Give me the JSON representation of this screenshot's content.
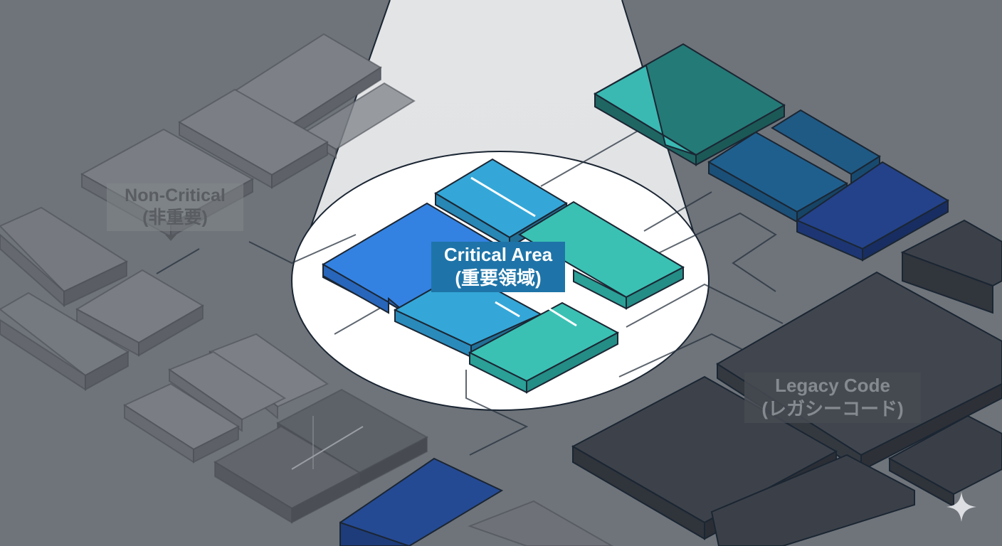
{
  "labels": {
    "non_critical": {
      "line1": "Non-Critical",
      "line2": "(非重要)"
    },
    "critical": {
      "line1": "Critical Area",
      "line2": "(重要領域)"
    },
    "legacy": {
      "line1": "Legacy Code",
      "line2": "(レガシーコード)"
    }
  },
  "colors": {
    "background": "#6f747a",
    "spotlight": "#ffffff",
    "critical_blue": "#2f7fe0",
    "critical_cyan": "#33a6d6",
    "critical_teal": "#37bfb2",
    "legacy_dark": "#3b4048",
    "navy": "#1f3f86",
    "muted_gray": "#7c8086",
    "outline": "#1b2633"
  },
  "icons": [
    "sparkle-icon",
    "down-arrow-icon"
  ]
}
